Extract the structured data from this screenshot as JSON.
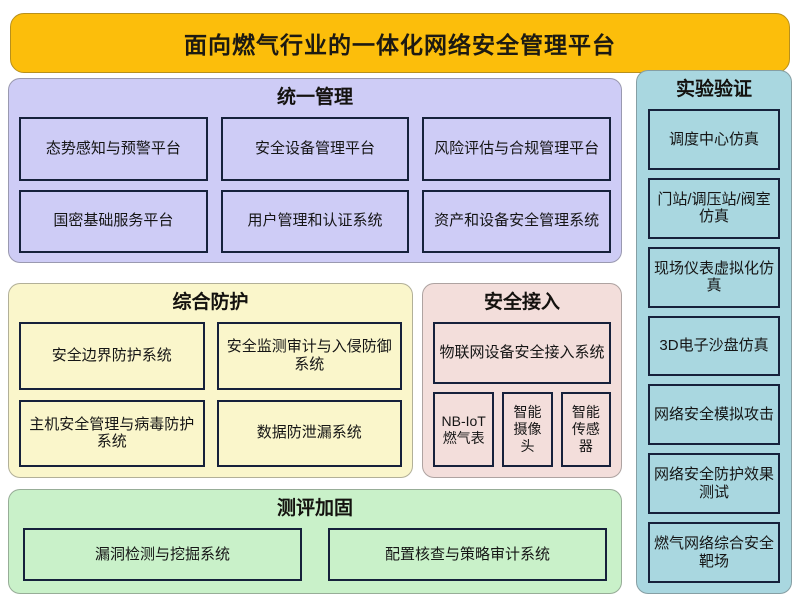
{
  "title": {
    "text": "面向燃气行业的一体化网络安全管理平台",
    "bg_color": "#FCBE0B"
  },
  "sections": {
    "unified_management": {
      "heading": "统一管理",
      "bg_color": "#CECCF6",
      "items": [
        "态势感知与预警平台",
        "安全设备管理平台",
        "风险评估与合规管理平台",
        "国密基础服务平台",
        "用户管理和认证系统",
        "资产和设备安全管理系统"
      ]
    },
    "comprehensive_protection": {
      "heading": "综合防护",
      "bg_color": "#FAF6CB",
      "items": [
        "安全边界防护系统",
        "安全监测审计与入侵防御系统",
        "主机安全管理与病毒防护系统",
        "数据防泄漏系统"
      ]
    },
    "secure_access": {
      "heading": "安全接入",
      "bg_color": "#F3DEDB",
      "main_item": "物联网设备安全接入系统",
      "devices": [
        "NB-IoT燃气表",
        "智能摄像头",
        "智能传感器"
      ]
    },
    "evaluation_hardening": {
      "heading": "测评加固",
      "bg_color": "#C9F1C9",
      "items": [
        "漏洞检测与挖掘系统",
        "配置核查与策略审计系统"
      ]
    },
    "lab_verification": {
      "heading": "实验验证",
      "bg_color": "#A9D7E0",
      "items": [
        "调度中心仿真",
        "门站/调压站/阀室仿真",
        "现场仪表虚拟化仿真",
        "3D电子沙盘仿真",
        "网络安全模拟攻击",
        "网络安全防护效果测试",
        "燃气网络综合安全靶场"
      ]
    }
  }
}
